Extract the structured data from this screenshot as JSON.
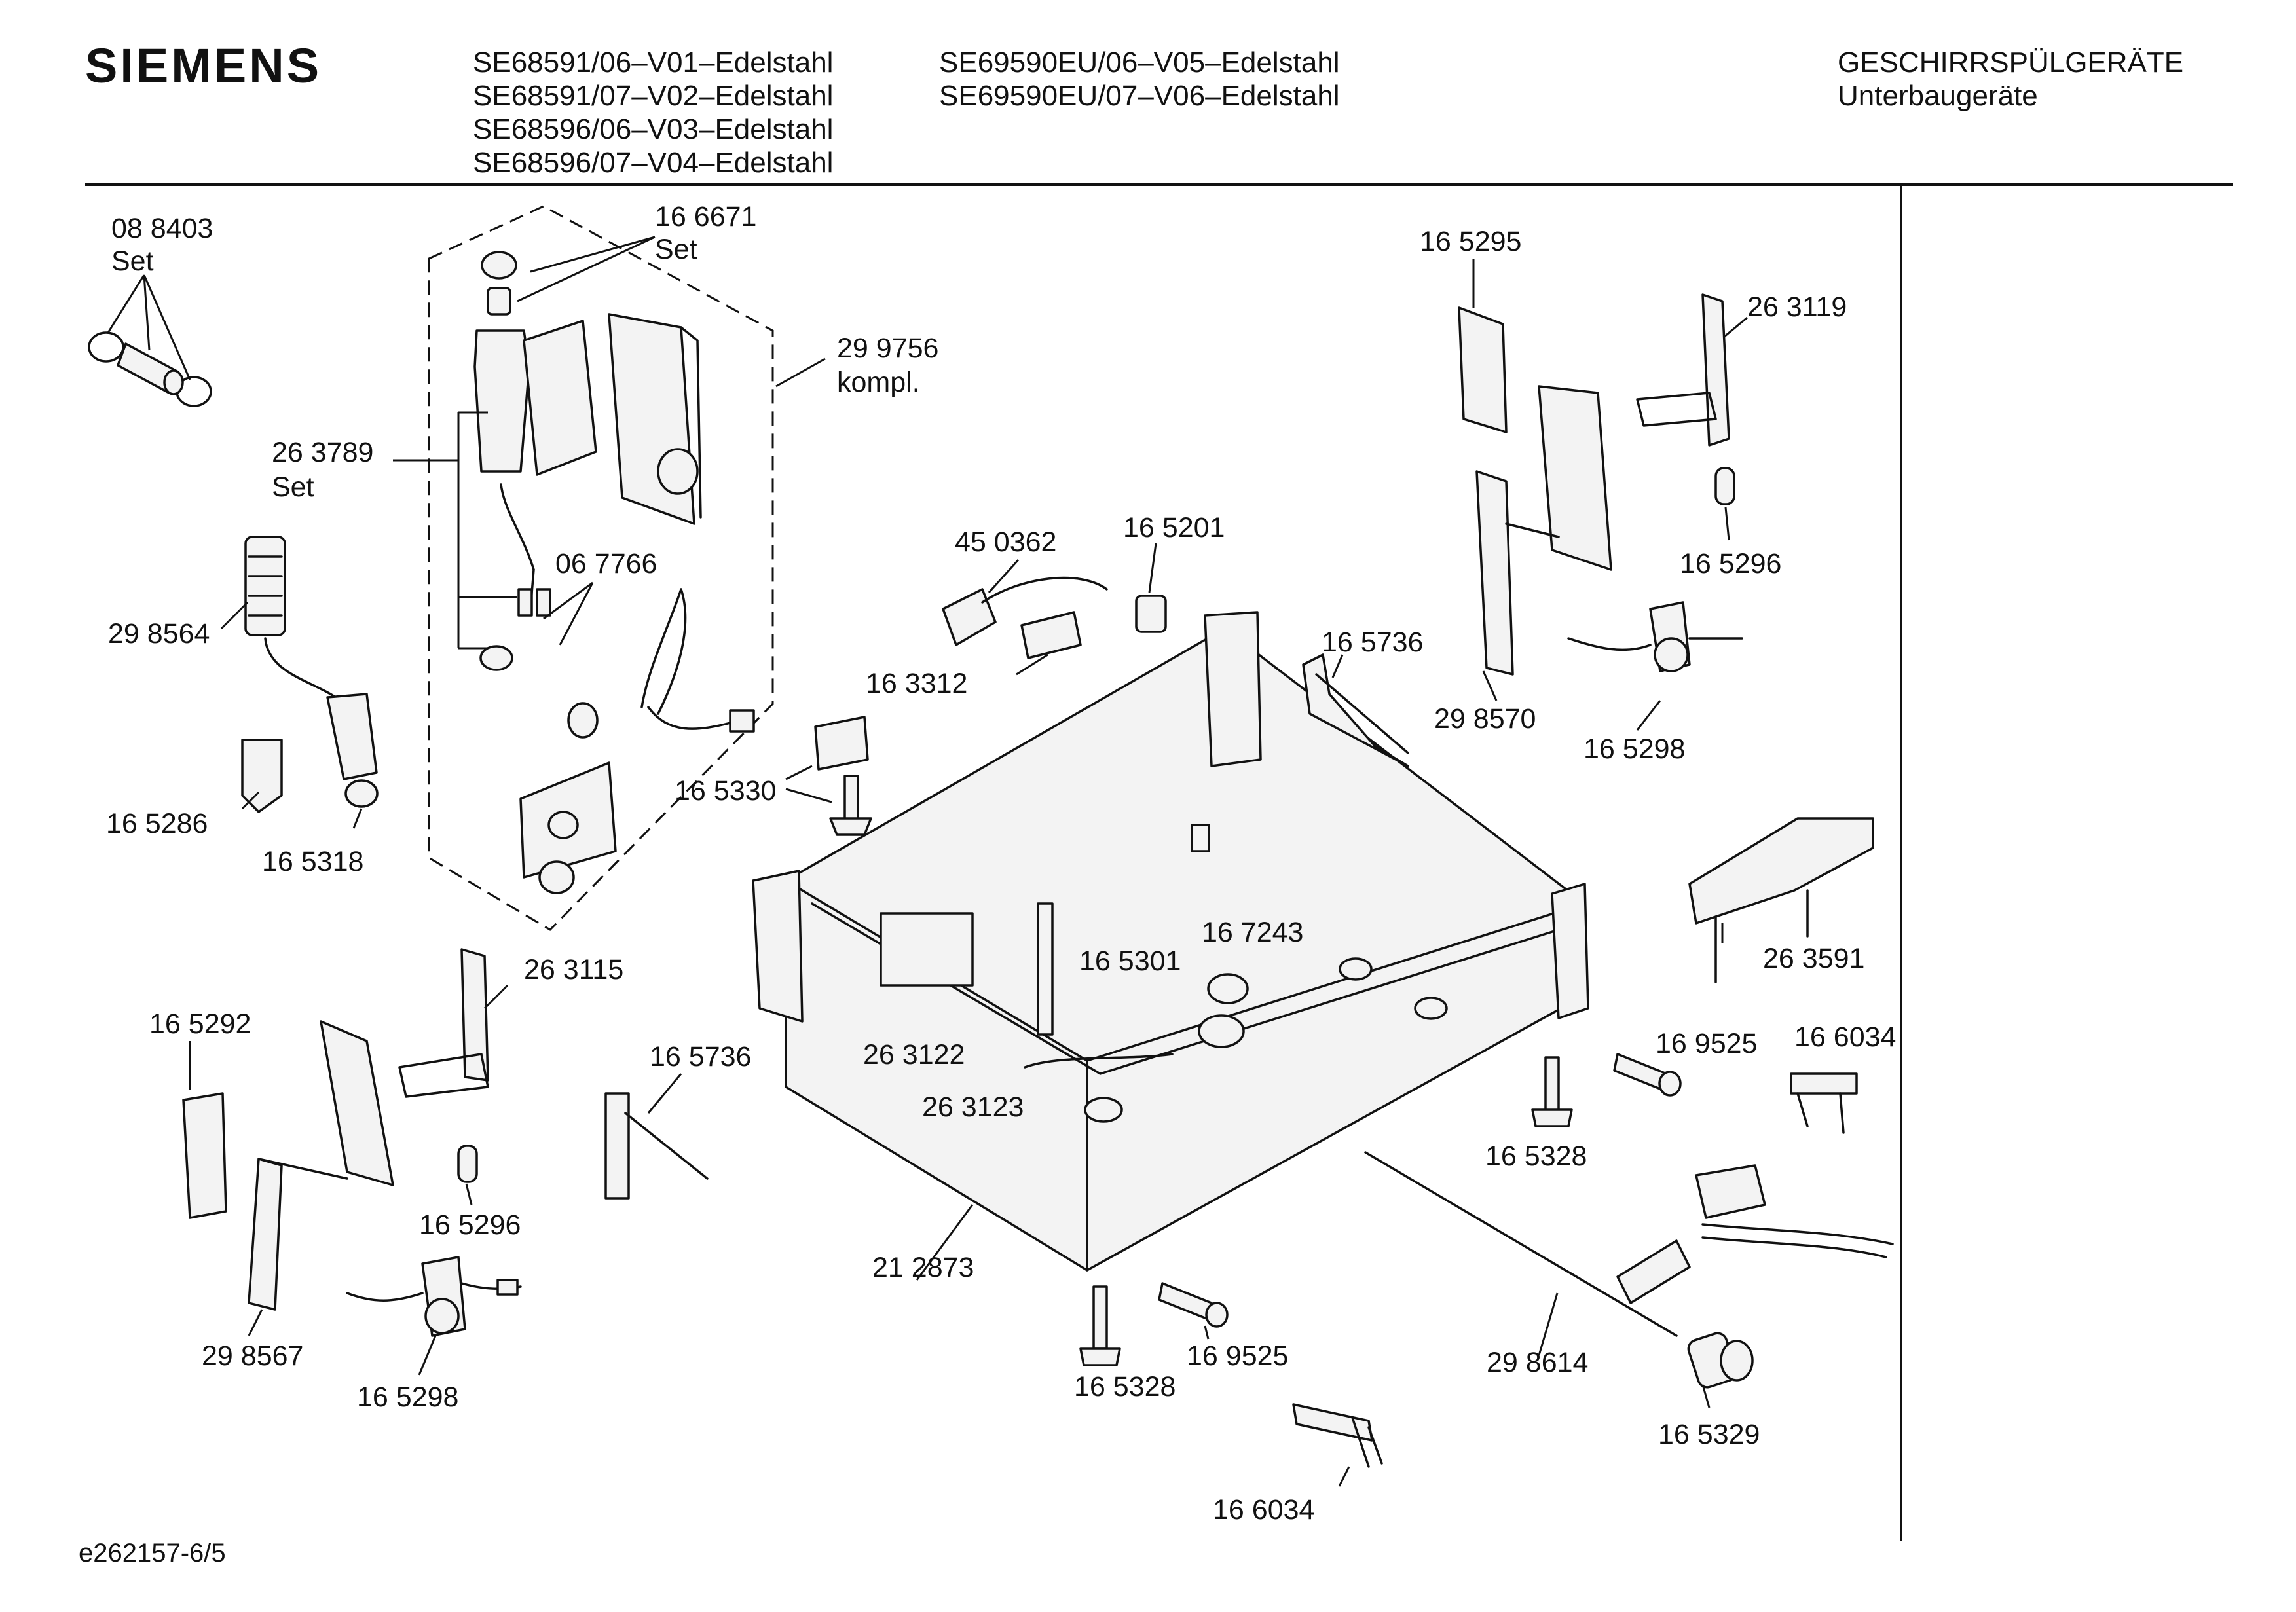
{
  "header": {
    "brand": "SIEMENS",
    "models_col1": [
      "SE68591/06–V01–Edelstahl",
      "SE68591/07–V02–Edelstahl",
      "SE68596/06–V03–Edelstahl",
      "SE68596/07–V04–Edelstahl"
    ],
    "models_col2": [
      "SE69590EU/06–V05–Edelstahl",
      "SE69590EU/07–V06–Edelstahl"
    ],
    "category": "GESCHIRRSPÜLGERÄTE",
    "subcategory": "Unterbaugeräte"
  },
  "footer": {
    "doc_id": "e262157-6/5"
  },
  "labels": {
    "l01": "08 8403",
    "l01b": "Set",
    "l02": "16 6671",
    "l02b": "Set",
    "l03": "29 9756",
    "l03b": "kompl.",
    "l04": "26 3789",
    "l04b": "Set",
    "l05": "06 7766",
    "l06": "29 8564",
    "l07": "16 5286",
    "l08": "16 5318",
    "l09": "45 0362",
    "l10": "16 5201",
    "l11": "16 3312",
    "l12": "16 5330",
    "l13": "16 5295",
    "l14": "26 3119",
    "l15": "16 5296",
    "l16": "16 5736",
    "l17": "29 8570",
    "l18": "16 5298",
    "l19": "26 3591",
    "l20": "16 7243",
    "l21": "16 5301",
    "l22": "26 3122",
    "l23": "26 3123",
    "l24": "16 5736",
    "l25": "26 3115",
    "l26": "16 5292",
    "l27": "16 5296",
    "l28": "29 8567",
    "l29": "16 5298",
    "l30": "21 2873",
    "l31": "16 5328",
    "l32": "16 9525",
    "l33": "16 6034",
    "l34": "16 9525",
    "l35": "16 6034",
    "l36": "16 5328",
    "l37": "29 8614",
    "l38": "16 5329"
  }
}
